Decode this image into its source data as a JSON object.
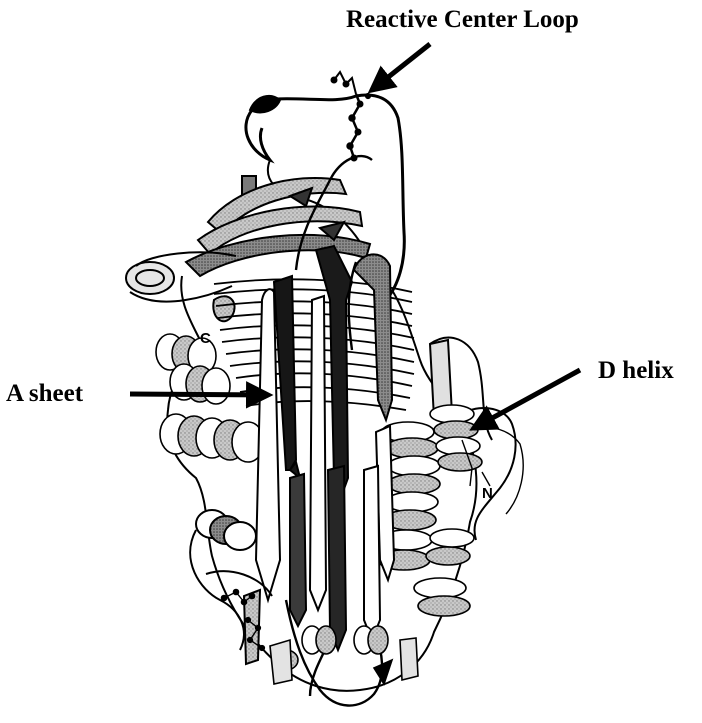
{
  "figure": {
    "labels": {
      "reactive_center_loop": "Reactive Center Loop",
      "a_sheet": "A sheet",
      "d_helix": "D helix",
      "c_terminus": "C",
      "n_terminus": "N"
    },
    "colors": {
      "ink": "#000000",
      "strand_dark": "#1c1c1c",
      "ribbon_gray": "#9a9a9a",
      "ribbon_light": "#d4d4d4",
      "background": "#ffffff"
    }
  }
}
